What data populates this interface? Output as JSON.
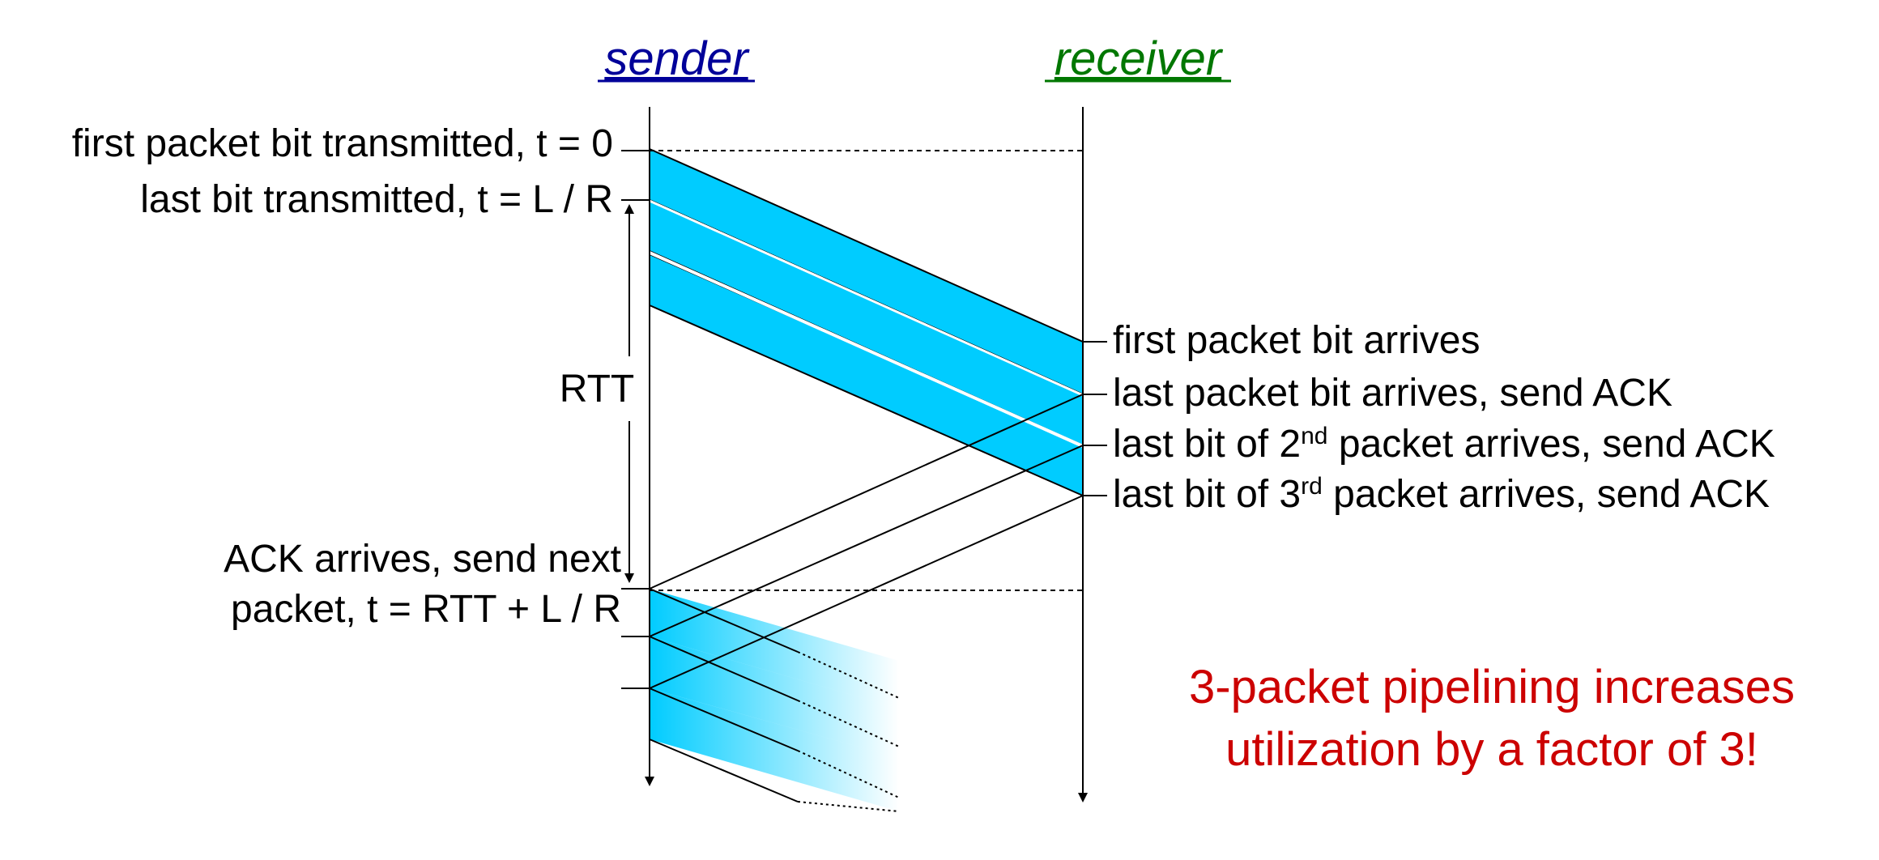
{
  "headers": {
    "sender": "sender",
    "receiver": "receiver"
  },
  "left_labels": {
    "first_bit_tx": "first packet bit transmitted, t = 0",
    "last_bit_tx": "last bit transmitted, t = L / R",
    "rtt": "RTT",
    "ack_arrives_line1": "ACK arrives, send next",
    "ack_arrives_line2": "packet, t = RTT + L / R"
  },
  "right_labels": {
    "first_bit_arrives": "first packet bit arrives",
    "last_bit_arrives": "last packet bit arrives, send ACK",
    "pkt2_prefix": "last bit of 2",
    "pkt2_sup": "nd",
    "pkt2_suffix": " packet arrives, send ACK",
    "pkt3_prefix": "last bit of 3",
    "pkt3_sup": "rd",
    "pkt3_suffix": " packet arrives, send ACK"
  },
  "note": {
    "line1": "3-packet pipelining increases",
    "line2": "utilization by a factor of 3!"
  },
  "colors": {
    "sender": "#000099",
    "receiver": "#007700",
    "packet": "#00ccff",
    "note": "#cc0000"
  }
}
